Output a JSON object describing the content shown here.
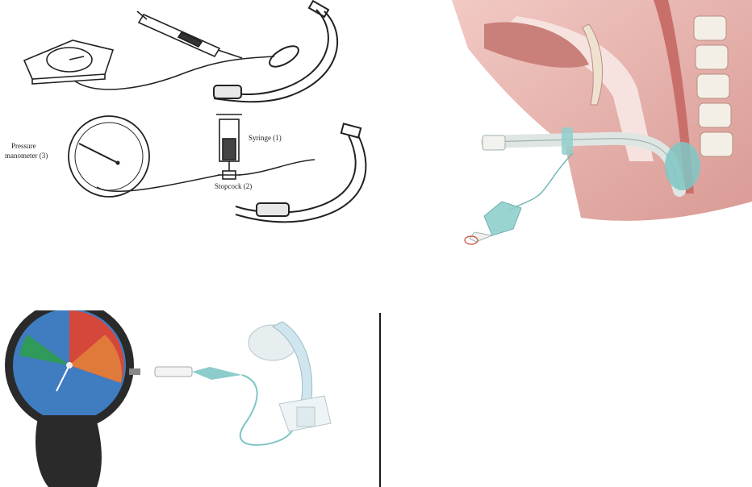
{
  "line_drawing": {
    "label_pressure_line1": "Pressure",
    "label_pressure_line2": "manometer (3)",
    "label_syringe": "Syringe (1)",
    "label_stopcock": "Stopcock (2)"
  },
  "colors": {
    "tissue": "#e9b8b4",
    "muscle": "#c96f6a",
    "tube": "#dfe5e3",
    "cuff": "#7fc7c4",
    "gauge_red": "#d5473a",
    "gauge_green": "#2f9a5a",
    "gauge_face": "#3f7cc0",
    "handle": "#2a2a2a"
  }
}
